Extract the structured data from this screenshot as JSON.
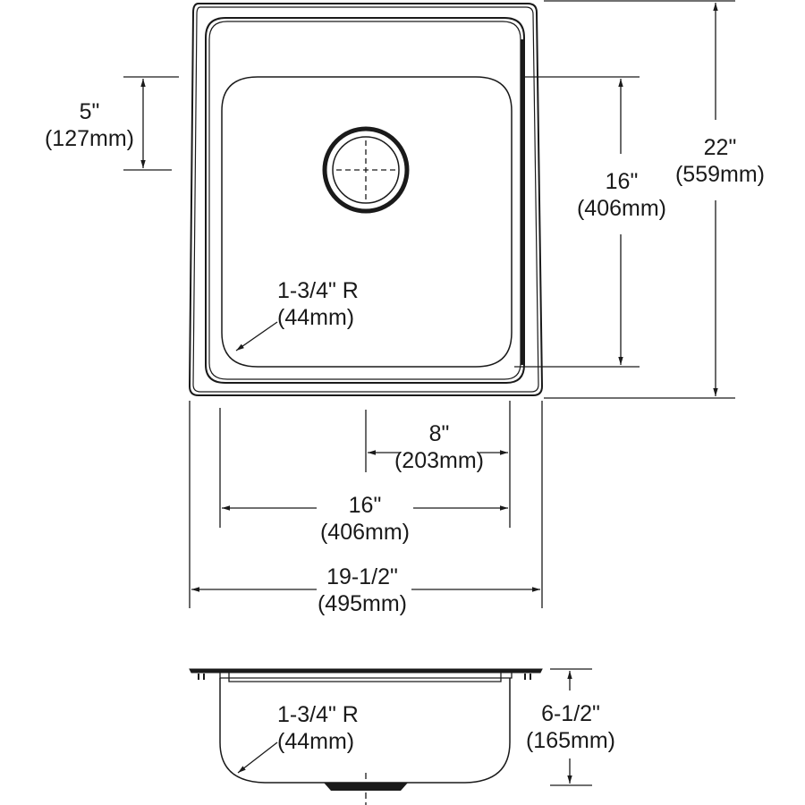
{
  "title": "Single bowl drop-in sink dimension drawing",
  "colors": {
    "line": "#1a1a1a",
    "background": "#ffffff"
  },
  "top_view": {
    "dimensions": {
      "drain_offset_from_back": {
        "imperial": "5\"",
        "metric": "(127mm)"
      },
      "bowl_length": {
        "imperial": "16\"",
        "metric": "(406mm)"
      },
      "overall_length": {
        "imperial": "22\"",
        "metric": "(559mm)"
      },
      "corner_radius": {
        "imperial": "1-3/4\" R",
        "metric": "(44mm)"
      },
      "drain_to_side": {
        "imperial": "8\"",
        "metric": "(203mm)"
      },
      "bowl_width": {
        "imperial": "16\"",
        "metric": "(406mm)"
      },
      "overall_width": {
        "imperial": "19-1/2\"",
        "metric": "(495mm)"
      }
    }
  },
  "side_view": {
    "dimensions": {
      "corner_radius": {
        "imperial": "1-3/4\" R",
        "metric": "(44mm)"
      },
      "bowl_depth": {
        "imperial": "6-1/2\"",
        "metric": "(165mm)"
      }
    }
  }
}
